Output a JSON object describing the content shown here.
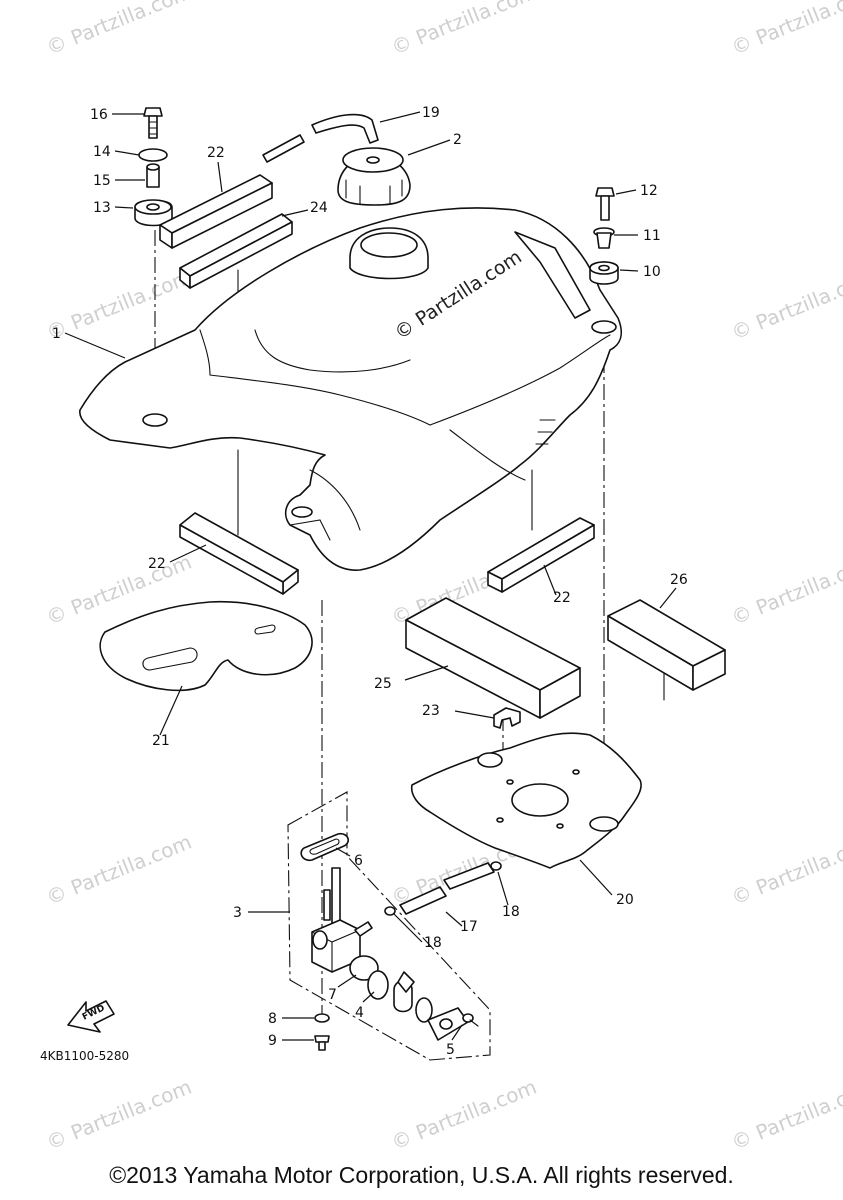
{
  "diagram": {
    "diagram_code": "4KB1100-5280",
    "fwd_label": "FWD",
    "watermark_text": "© Partzilla.com",
    "copyright": "©2013 Yamaha Motor Corporation, U.S.A. All rights reserved.",
    "callouts": {
      "c1": "1",
      "c2": "2",
      "c3": "3",
      "c4": "4",
      "c5": "5",
      "c6": "6",
      "c7": "7",
      "c8": "8",
      "c9": "9",
      "c10": "10",
      "c11": "11",
      "c12": "12",
      "c13": "13",
      "c14": "14",
      "c15": "15",
      "c16": "16",
      "c17": "17",
      "c18a": "18",
      "c18b": "18",
      "c19": "19",
      "c20": "20",
      "c21": "21",
      "c22a": "22",
      "c22b": "22",
      "c22c": "22",
      "c23": "23",
      "c24": "24",
      "c25": "25",
      "c26": "26"
    }
  }
}
